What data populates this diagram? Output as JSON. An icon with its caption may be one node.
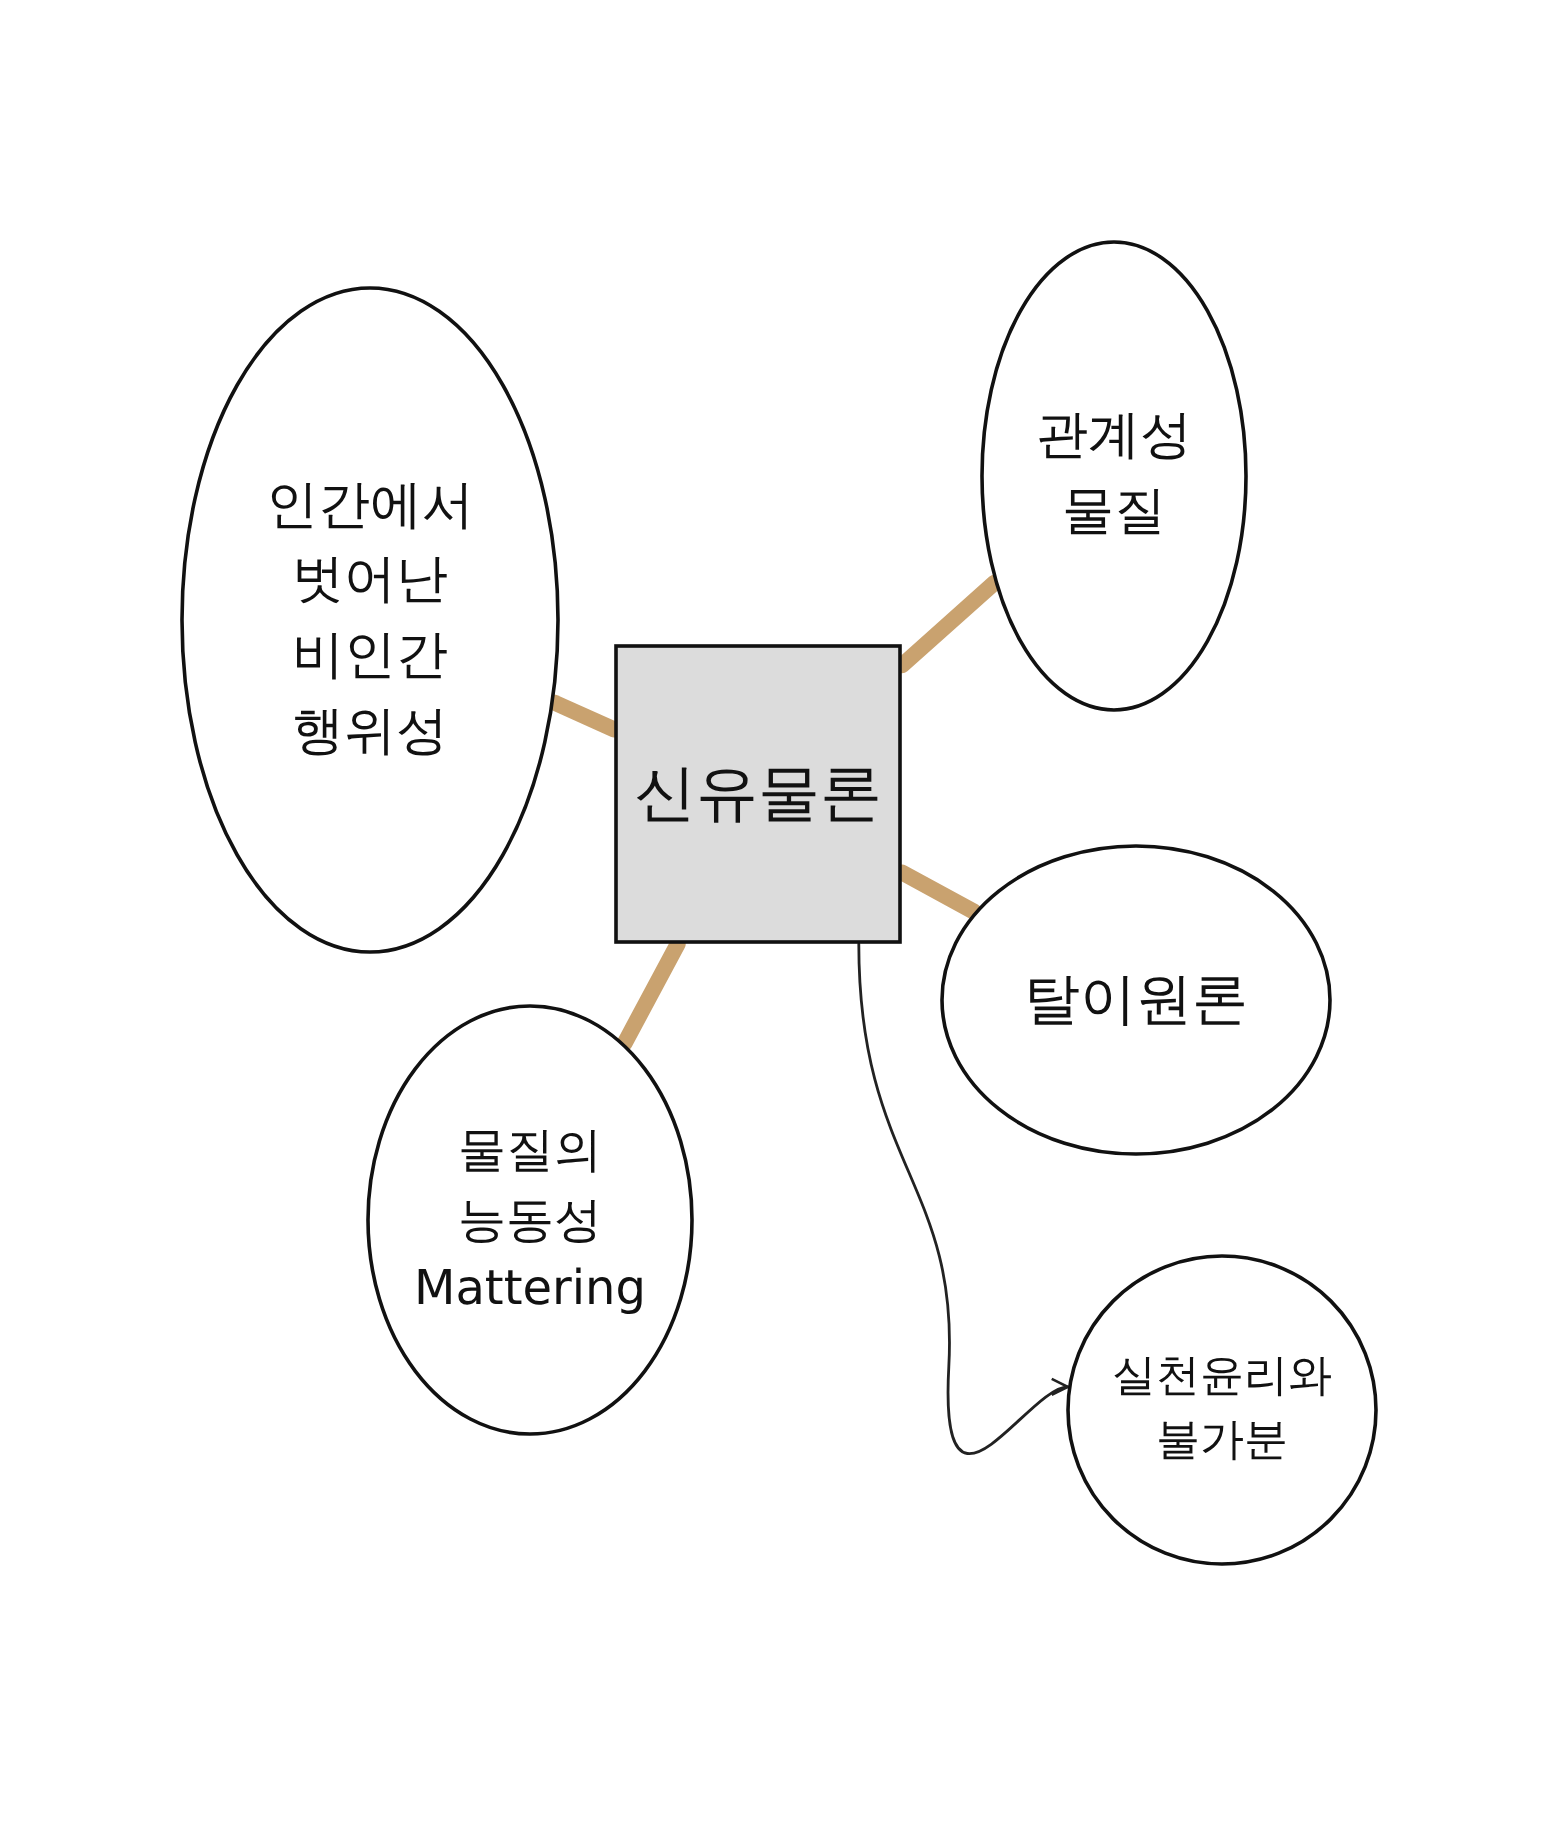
{
  "diagram": {
    "nodes": [
      {
        "text": [
          "신유물론"
        ]
      },
      {
        "text": [
          "인간에서 벗어난 비인간 행위성"
        ]
      },
      {
        "text": [
          "관계성 물질"
        ]
      },
      {
        "text": [
          "탈이원론"
        ]
      },
      {
        "text": [
          "물질의 능동성 Mattering"
        ]
      },
      {
        "text": [
          "실천윤리와 불가분"
        ]
      }
    ],
    "edges": [
      {
        "from": 0,
        "to": 1,
        "arrow": "none"
      },
      {
        "from": 0,
        "to": 2,
        "arrow": "none"
      },
      {
        "from": 0,
        "to": 3,
        "arrow": "none"
      },
      {
        "from": 0,
        "to": 4,
        "arrow": "none"
      },
      {
        "from": 0,
        "to": 5,
        "arrow": "to",
        "color": "#222222"
      }
    ]
  }
}
